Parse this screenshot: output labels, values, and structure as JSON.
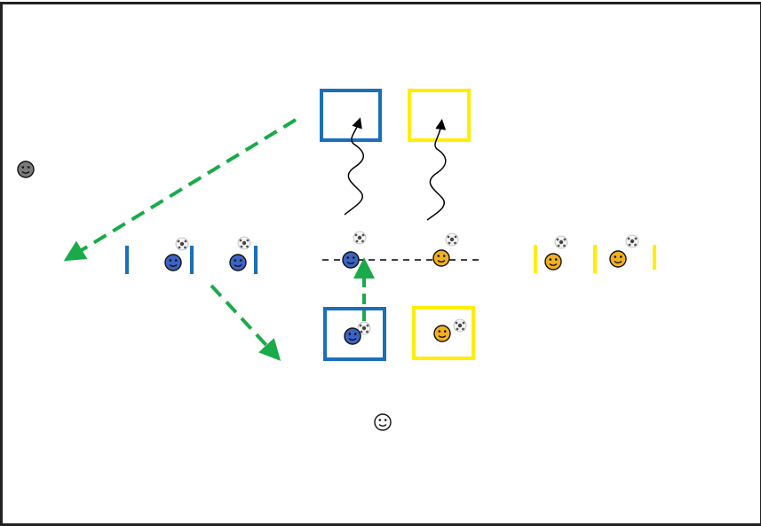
{
  "diagram": {
    "type": "soccer-drill",
    "colors": {
      "blue_team": "#3b63c4",
      "yellow_team": "#f2b01e",
      "blue_box": "#1a6fb8",
      "yellow_box": "#ffee00",
      "arrow_green": "#1aaa4a",
      "neutral_player": "#7a7a7a",
      "frame": "#222222"
    },
    "icons": {
      "player": "smiley-face-icon",
      "ball": "soccer-ball-icon",
      "gate": "cone-gate-icon",
      "run": "wavy-dribble-arrow-icon"
    },
    "players": {
      "blue_count": 4,
      "yellow_count": 4,
      "neutral_count": 2
    }
  }
}
